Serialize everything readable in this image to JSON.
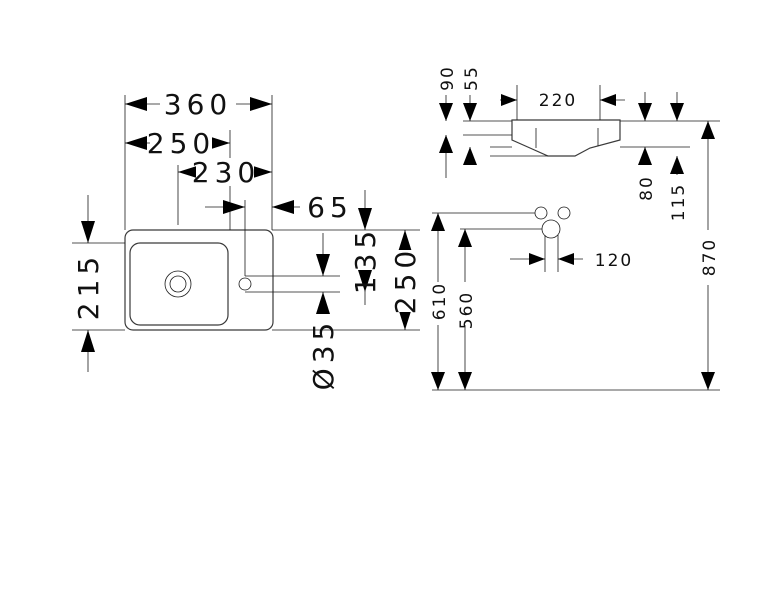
{
  "drawing": {
    "plan_view": {
      "width_overall": "360",
      "width_basin": "250",
      "basin_to_taphole": "230",
      "taphole_offset": "65",
      "depth_front": "215",
      "depth_taphole": "135",
      "depth_overall": "250",
      "taphole_diameter": "Ø35"
    },
    "side_view": {
      "rim_thickness": "90",
      "top_offset": "55",
      "waste_width": "220",
      "front_height": "80",
      "back_height": "115",
      "waste_spacing": "120",
      "height_610": "610",
      "height_560": "560",
      "height_870": "870"
    }
  }
}
